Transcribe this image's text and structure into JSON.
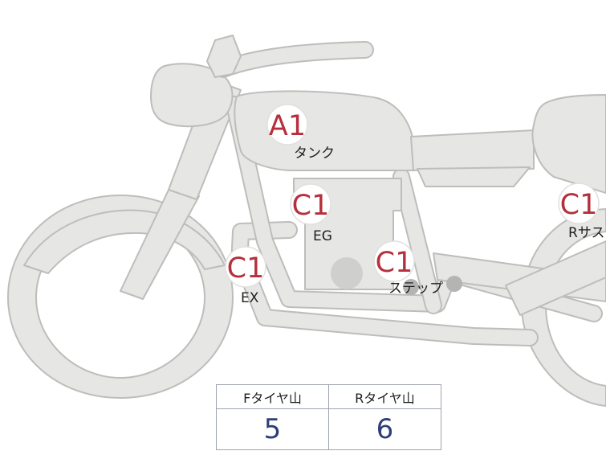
{
  "badges": [
    {
      "code": "A1",
      "label": "タンク"
    },
    {
      "code": "C1",
      "label": "EG"
    },
    {
      "code": "C1",
      "label": "EX"
    },
    {
      "code": "C1",
      "label": "ステップ"
    },
    {
      "code": "C1",
      "label": "Rサス"
    }
  ],
  "tire_table": {
    "headers": [
      "Fタイヤ山",
      "Rタイヤ山"
    ],
    "values": [
      "5",
      "6"
    ]
  },
  "colors": {
    "part_fill": "#e6e6e5",
    "part_stroke": "#bdbdbb",
    "badge_code": "#b5303c",
    "table_value": "#2d3f7a"
  }
}
